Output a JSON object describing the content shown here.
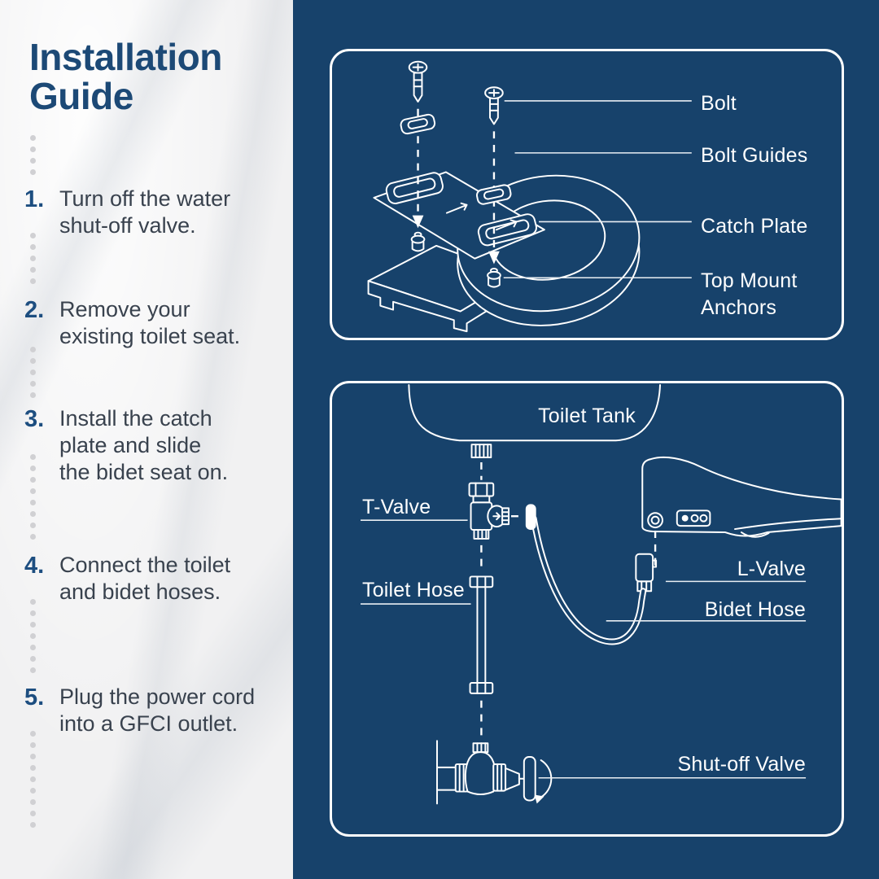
{
  "title": "Installation Guide",
  "steps": [
    {
      "num": "1.",
      "text": "Turn off the water\nshut-off valve."
    },
    {
      "num": "2.",
      "text": "Remove your\nexisting toilet seat."
    },
    {
      "num": "3.",
      "text": "Install the catch\nplate and slide\nthe bidet seat on."
    },
    {
      "num": "4.",
      "text": "Connect the toilet\nand bidet hoses."
    },
    {
      "num": "5.",
      "text": "Plug the power cord\ninto a GFCI outlet."
    }
  ],
  "diagram_top": {
    "labels": {
      "bolt": "Bolt",
      "bolt_guides": "Bolt Guides",
      "catch_plate": "Catch Plate",
      "top_mount_anchors": "Top Mount\nAnchors"
    }
  },
  "diagram_bottom": {
    "labels": {
      "toilet_tank": "Toilet Tank",
      "t_valve": "T-Valve",
      "toilet_hose": "Toilet Hose",
      "l_valve": "L-Valve",
      "bidet_hose": "Bidet Hose",
      "shut_off_valve": "Shut-off Valve"
    }
  },
  "colors": {
    "panel_blue": "#17426B",
    "title_navy": "#1C4976",
    "step_number_blue": "#1D4E80",
    "step_text": "#39424E",
    "dot_gray": "#D0D0D3",
    "line_art": "#FFFFFF",
    "marble": "#F1F1F2"
  }
}
